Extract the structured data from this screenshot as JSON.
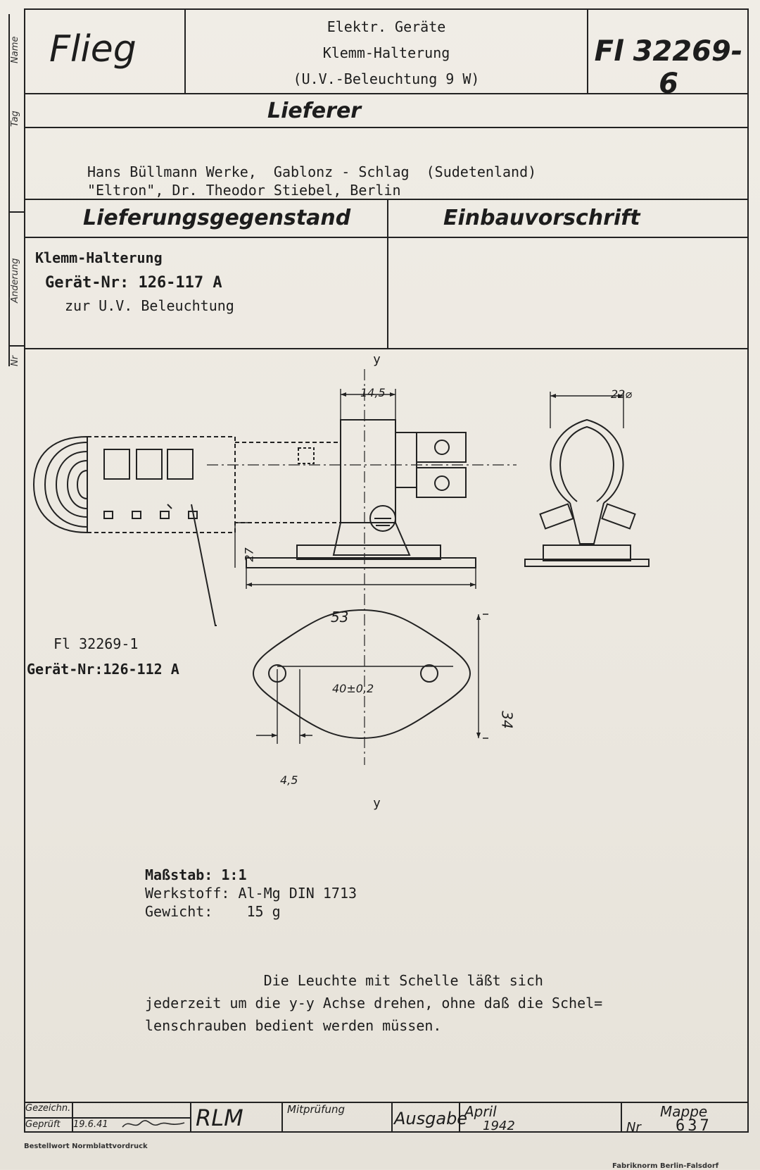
{
  "header": {
    "logo": "Flieg",
    "title_lines": [
      "Elektr. Geräte",
      "Klemm-Halterung",
      "(U.V.-Beleuchtung 9 W)"
    ],
    "sheet_number": "Fl 32269-6"
  },
  "side_margin": {
    "name_label": "Name",
    "tag_label": "Tag",
    "aenderung_label": "Änderung",
    "nr_label": "Nr"
  },
  "lieferer": {
    "title": "Lieferer",
    "lines": [
      "Hans Büllmann Werke,  Gablonz - Schlag  (Sudetenland)",
      "\"Eltron\", Dr. Theodor Stiebel, Berlin"
    ]
  },
  "lieferungsgegenstand": {
    "title": "Lieferungsgegenstand",
    "line1": "Klemm-Halterung",
    "line2": "Gerät-Nr: 126-117 A",
    "line3": "zur U.V. Beleuchtung"
  },
  "einbauvorschrift": {
    "title": "Einbauvorschrift"
  },
  "drawing": {
    "axis_label_top": "y",
    "axis_label_bottom": "y",
    "dim_width_top": "14,5",
    "dim_diameter": "22⌀",
    "dim_height": "27",
    "dim_base_width": "53",
    "dim_hole_spacing": "40±0,2",
    "dim_plate_height": "34",
    "dim_hole_offset": "4,5",
    "ref_sheet": "Fl 32269-1",
    "ref_part": "Gerät-Nr:126-112 A"
  },
  "specs": {
    "scale": "Maßstab: 1:1",
    "material": "Werkstoff: Al-Mg DIN 1713",
    "weight": "Gewicht:    15 g"
  },
  "note": {
    "lines": [
      "              Die Leuchte mit Schelle läßt sich",
      "jederzeit um die y-y Achse drehen, ohne daß die Schel=",
      "lenschrauben bedient werden müssen."
    ]
  },
  "footer": {
    "gezeichn": "Gezeichn.",
    "geprueft": "Geprüft",
    "geprueft_date": "19.6.41",
    "rlm": "RLM",
    "mitpruefung": "Mitprüfung",
    "ausgabe_label": "Ausgabe",
    "ausgabe_month": "April",
    "ausgabe_year": "1942",
    "mappe_label": "Mappe",
    "nr_label": "Nr",
    "mappe_number": "637"
  },
  "bottom_print": {
    "left": "Bestellwort Normblattvordruck",
    "right": "Fabriknorm Berlin-Falsdorf"
  }
}
